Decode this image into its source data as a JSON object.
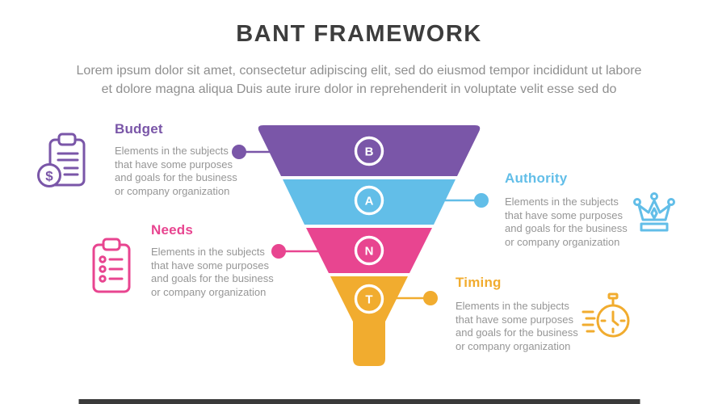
{
  "header": {
    "title": "BANT FRAMEWORK",
    "subtitle_line1": "Lorem ipsum dolor sit amet, consectetur adipiscing elit, sed do eiusmod tempor incididunt ut labore",
    "subtitle_line2": "et dolore magna aliqua Duis aute irure dolor in reprehenderit in voluptate velit esse sed do"
  },
  "funnel": {
    "stages": [
      {
        "letter": "B",
        "color": "#7a56a8"
      },
      {
        "letter": "A",
        "color": "#62bee8"
      },
      {
        "letter": "N",
        "color": "#e84590"
      },
      {
        "letter": "T",
        "color": "#f1ac2f"
      }
    ]
  },
  "sections": [
    {
      "title": "Budget",
      "color": "#7a56a8",
      "icon": "clipboard-dollar-icon",
      "lines": [
        "Elements in the subjects",
        "that have some purposes",
        "and goals for the  business",
        "or company organization"
      ]
    },
    {
      "title": "Authority",
      "color": "#62bee8",
      "icon": "crown-icon",
      "lines": [
        "Elements in the subjects",
        "that have some purposes",
        "and goals for the  business",
        "or company organization"
      ]
    },
    {
      "title": "Needs",
      "color": "#e84590",
      "icon": "clipboard-checklist-icon",
      "lines": [
        "Elements in the subjects",
        "that have some purposes",
        "and goals for the  business",
        "or company organization"
      ]
    },
    {
      "title": "Timing",
      "color": "#f1ac2f",
      "icon": "stopwatch-icon",
      "lines": [
        "Elements in the subjects",
        "that have some purposes",
        "and goals for the  business",
        "or company organization"
      ]
    }
  ],
  "footer": {
    "bar_color": "#3a3a3a"
  }
}
